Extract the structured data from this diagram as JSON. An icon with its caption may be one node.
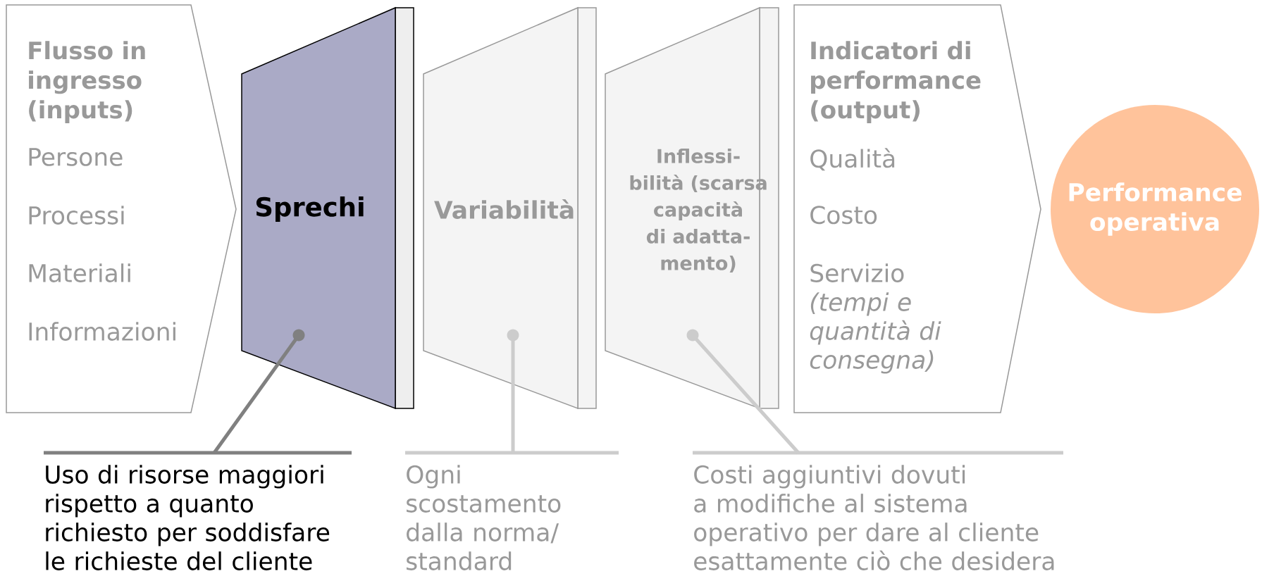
{
  "diagram": {
    "nodes": [
      {
        "text": [
          "Flusso in ingresso (inputs)",
          "Persone",
          "Processi",
          "Materiali",
          "Informazioni"
        ]
      },
      {
        "text": [
          "Sprechi"
        ]
      },
      {
        "text": [
          "Variabilità"
        ]
      },
      {
        "text": [
          "Inflessi- bilità (scarsa capacità di adatta- mento)"
        ]
      },
      {
        "text": [
          "Indicatori di performance (output)",
          "Qualità",
          "Costo",
          "Servizio *(tempi e quantità di consegna)*"
        ]
      },
      {
        "text": [
          "Performance operativa"
        ]
      },
      {
        "text": [
          "Uso di risorse maggiori rispetto a quanto richiesto per soddisfare le richieste del cliente"
        ]
      },
      {
        "text": [
          "Ogni scostamento dalla norma/ standard"
        ]
      },
      {
        "text": [
          "Costi aggiuntivi dovuti a modifiche al sistema operativo per dare al cliente esattamente ciò che desidera"
        ]
      }
    ],
    "edges": [
      {
        "from": 6,
        "to": 1,
        "arrow": "other",
        "color": "#808080"
      },
      {
        "from": 7,
        "to": 2,
        "arrow": "other"
      },
      {
        "from": 8,
        "to": 3,
        "arrow": "other"
      }
    ]
  }
}
